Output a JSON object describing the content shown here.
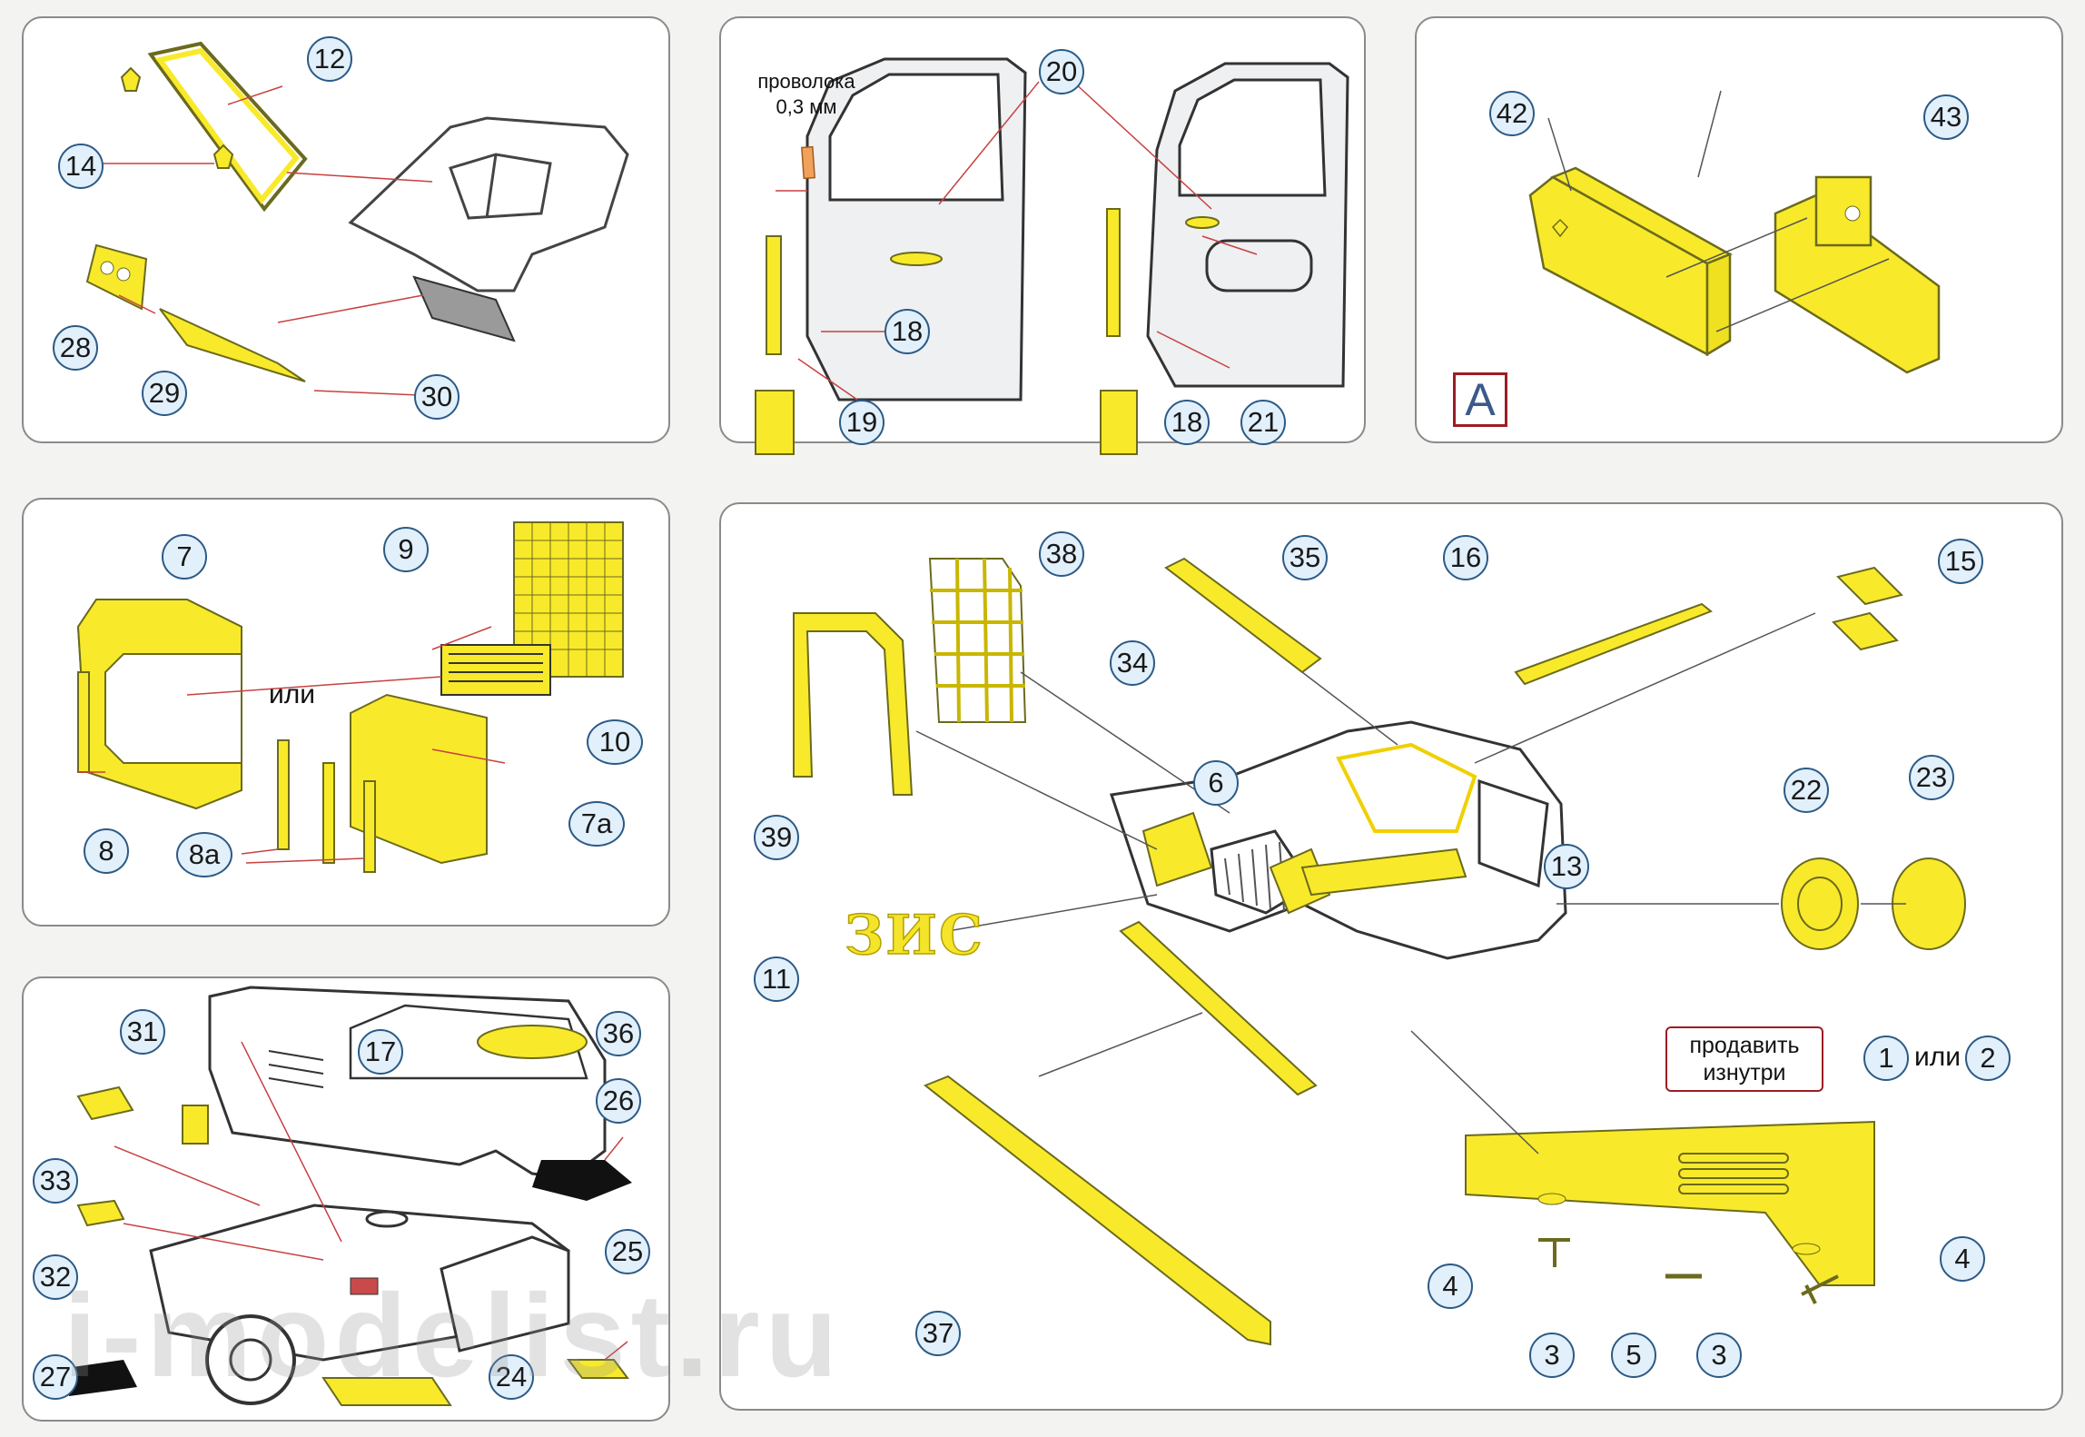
{
  "colors": {
    "part_fill": "#f8ea2a",
    "part_stroke": "#6b6a1d",
    "callout_border": "#2c5a86",
    "callout_fill": "#e2f0fb",
    "box_border": "#9c1d24",
    "leader": "#c84141"
  },
  "panels": {
    "top_left": {
      "callouts": [
        "12",
        "14",
        "28",
        "29",
        "30"
      ]
    },
    "top_middle": {
      "wire_label": "проволока\n0,3 мм",
      "callouts": [
        "20",
        "18",
        "19",
        "18",
        "21"
      ]
    },
    "top_right": {
      "callouts": [
        "42",
        "43"
      ],
      "section_label": "A"
    },
    "middle_left": {
      "callouts": [
        "7",
        "9",
        "10",
        "8",
        "8a",
        "7a"
      ],
      "or_label": "или"
    },
    "bottom_left": {
      "callouts": [
        "31",
        "17",
        "36",
        "33",
        "26",
        "32",
        "25",
        "27",
        "24"
      ]
    },
    "large_right": {
      "callouts": [
        "38",
        "35",
        "16",
        "15",
        "34",
        "6",
        "22",
        "23",
        "13",
        "39",
        "11",
        "1",
        "2",
        "37",
        "4",
        "4",
        "3",
        "5",
        "3"
      ],
      "or_label": "или",
      "press_label": "продавить\nизнутри",
      "logo_text": "ЗИС"
    }
  },
  "watermark": "i-modelist.ru"
}
